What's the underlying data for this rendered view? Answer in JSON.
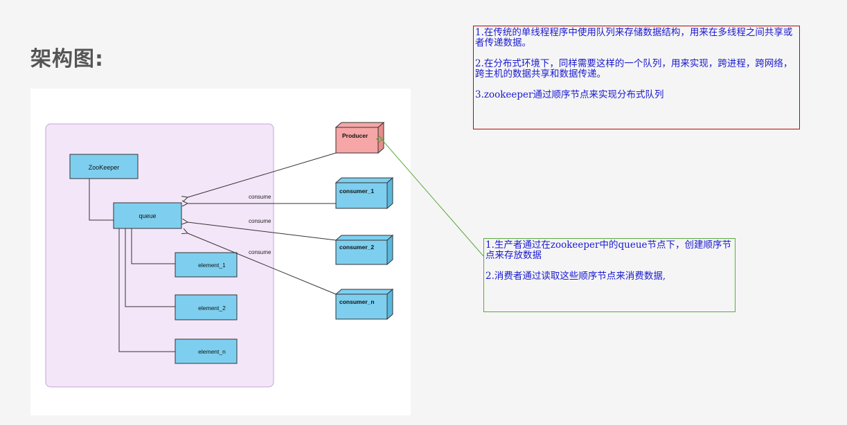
{
  "page": {
    "title": "架构图:"
  },
  "diagram": {
    "nodes": {
      "zookeeper": "ZooKeeper",
      "queue": "queue",
      "element_1": "element_1",
      "element_2": "element_2",
      "element_n": "element_n",
      "producer": "Producer",
      "consumer_1": "consumer_1",
      "consumer_2": "consumer_2",
      "consumer_n": "consumer_n"
    },
    "edges": {
      "consume_1": "consume",
      "consume_2": "consume",
      "consume_n": "consume"
    },
    "colors": {
      "container": "#f3e6f8",
      "node": "#7ecfef",
      "producer": "#f6a6a6"
    }
  },
  "notes": {
    "top": [
      "1.在传统的单线程程序中使用队列来存储数据结构，用来在多线程之间共享或者传递数据。",
      "2.在分布式环境下，同样需要这样的一个队列，用来实现，跨进程，跨网络，跨主机的数据共享和数据传递。",
      "3.zookeeper通过顺序节点来实现分布式队列"
    ],
    "side": [
      "1.生产者通过在zookeeper中的queue节点下，创建顺序节点来存放数据",
      "2.消费者通过读取这些顺序节点来消费数据,"
    ]
  }
}
